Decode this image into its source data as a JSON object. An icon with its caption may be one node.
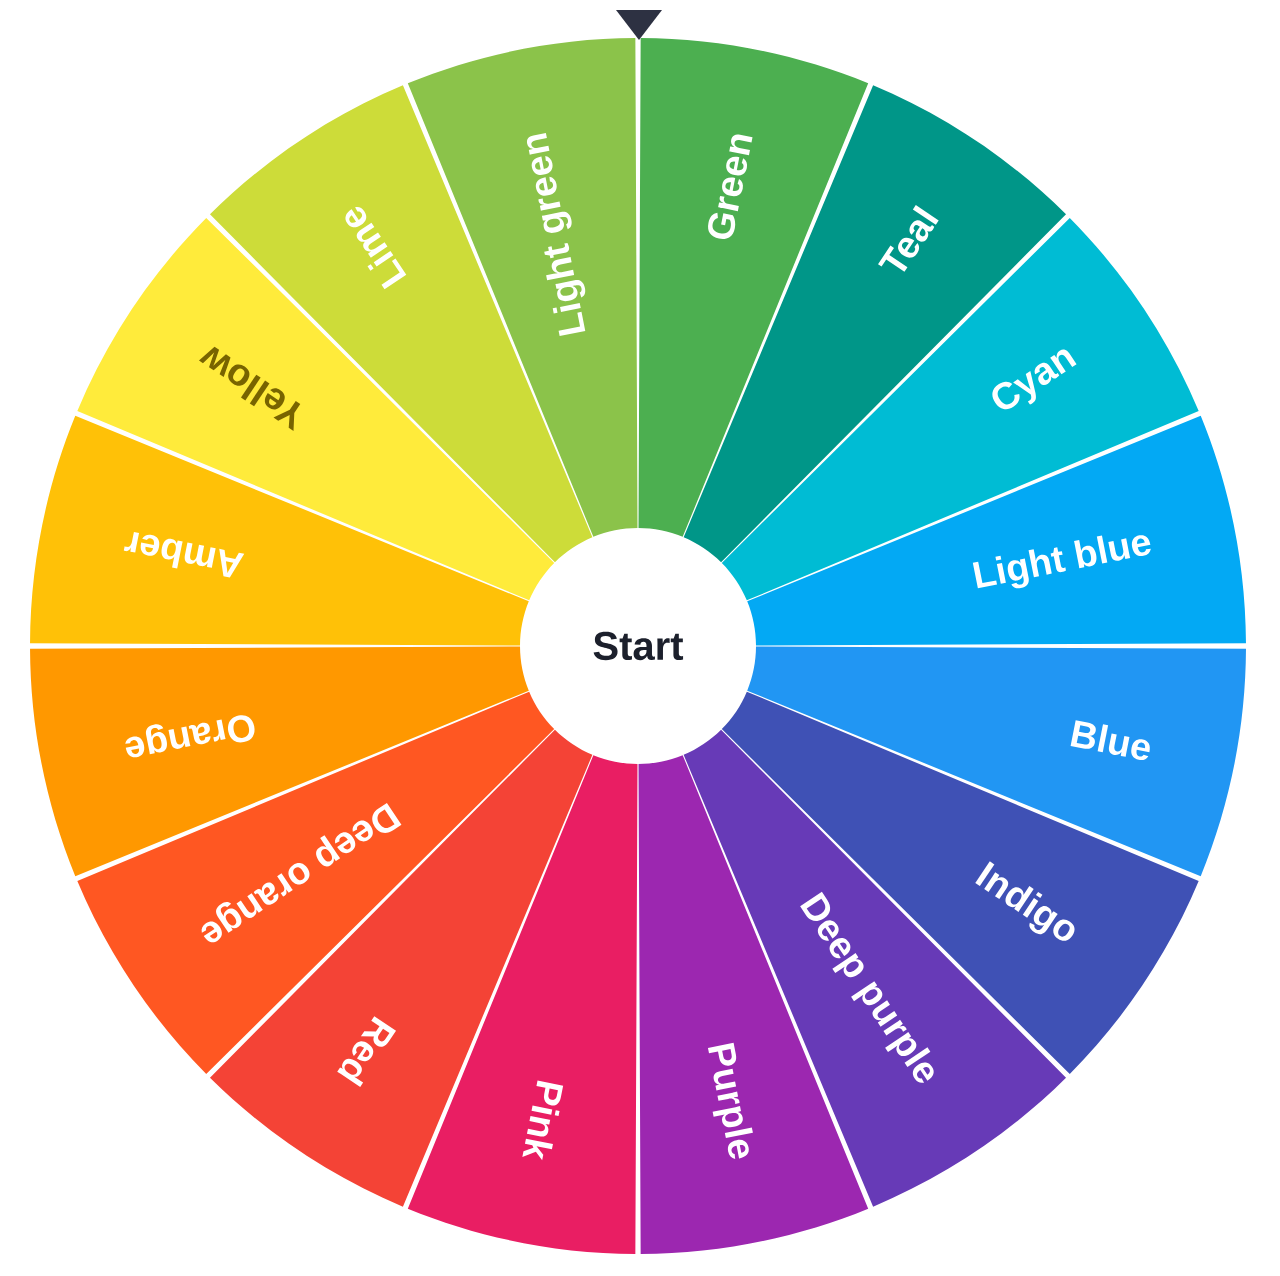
{
  "diagram": {
    "nodes": [
      {
        "text": [
          "Green"
        ]
      },
      {
        "text": [
          "Teal"
        ]
      },
      {
        "text": [
          "Cyan"
        ]
      },
      {
        "text": [
          "Light blue"
        ]
      },
      {
        "text": [
          "Blue"
        ]
      },
      {
        "text": [
          "Indigo"
        ]
      },
      {
        "text": [
          "Deep purple"
        ]
      },
      {
        "text": [
          "Purple"
        ]
      },
      {
        "text": [
          "Pink"
        ]
      },
      {
        "text": [
          "Red"
        ]
      },
      {
        "text": [
          "Deep orange"
        ]
      },
      {
        "text": [
          "Orange"
        ]
      },
      {
        "text": [
          "Amber"
        ]
      },
      {
        "text": [
          "Yellow"
        ]
      },
      {
        "text": [
          "Lime"
        ]
      },
      {
        "text": [
          "Light green"
        ]
      },
      {
        "text": [
          "Start"
        ]
      }
    ]
  }
}
